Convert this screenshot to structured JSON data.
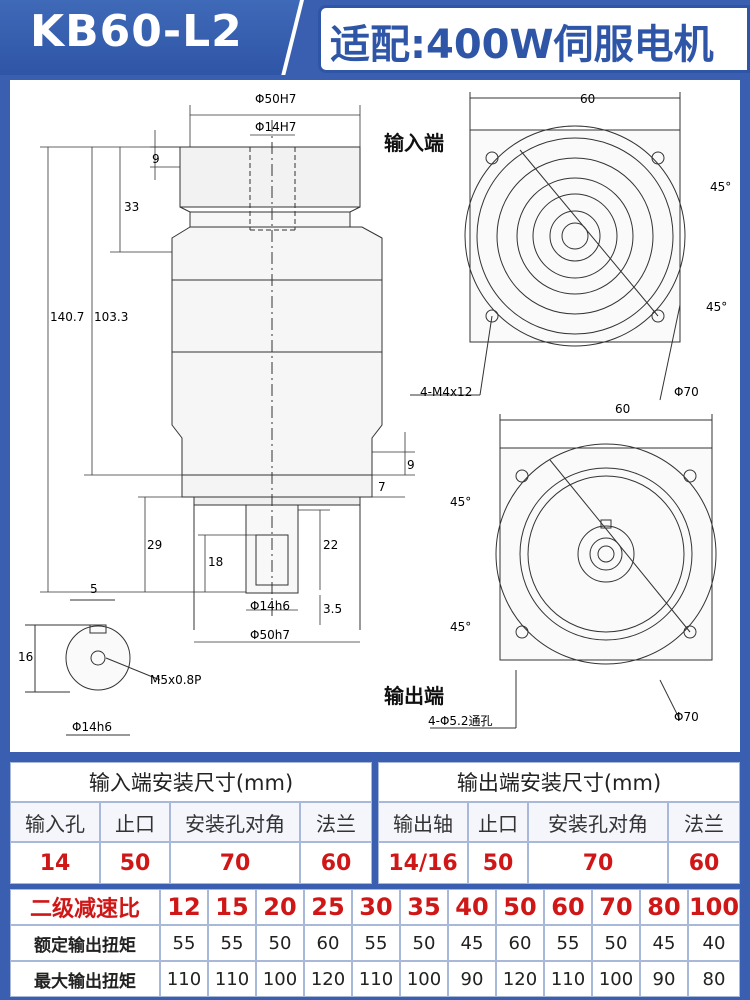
{
  "header": {
    "model": "KB60-L2",
    "spec": "适配:400W伺服电机"
  },
  "drawing": {
    "input_label": "输入端",
    "output_label": "输出端",
    "dims": {
      "d50H7": "Φ50H7",
      "d14H7": "Φ14H7",
      "h9_top": "9",
      "h33": "33",
      "h1407": "140.7",
      "h1033": "103.3",
      "h9_mid": "9",
      "h7": "7",
      "h29": "29",
      "h18": "18",
      "h22": "22",
      "h35": "3.5",
      "d14h6": "Φ14h6",
      "d50h7": "Φ50h7",
      "w5": "5",
      "h16": "16",
      "key_d14h6": "Φ14h6",
      "thread": "M5x0.8P",
      "sq60_in": "60",
      "sq60_out": "60",
      "angle45_a": "45°",
      "angle45_b": "45°",
      "angle45_c": "45°",
      "angle45_d": "45°",
      "holes_in": "4-M4x12",
      "d70_in": "Φ70",
      "holes_out": "4-Φ5.2通孔",
      "d70_out": "Φ70"
    }
  },
  "input_table": {
    "title": "输入端安装尺寸(mm)",
    "headers": [
      "输入孔",
      "止口",
      "安装孔对角",
      "法兰"
    ],
    "values": [
      "14",
      "50",
      "70",
      "60"
    ]
  },
  "output_table": {
    "title": "输出端安装尺寸(mm)",
    "headers": [
      "输出轴",
      "止口",
      "安装孔对角",
      "法兰"
    ],
    "values": [
      "14/16",
      "50",
      "70",
      "60"
    ]
  },
  "ratio_table": {
    "ratio_label": "二级减速比",
    "ratios": [
      "12",
      "15",
      "20",
      "25",
      "30",
      "35",
      "40",
      "50",
      "60",
      "70",
      "80",
      "100"
    ],
    "rated_label": "额定输出扭矩",
    "rated": [
      "55",
      "55",
      "50",
      "60",
      "55",
      "50",
      "45",
      "60",
      "55",
      "50",
      "45",
      "40"
    ],
    "max_label": "最大输出扭矩",
    "max": [
      "110",
      "110",
      "100",
      "120",
      "110",
      "100",
      "90",
      "120",
      "110",
      "100",
      "90",
      "80"
    ]
  }
}
